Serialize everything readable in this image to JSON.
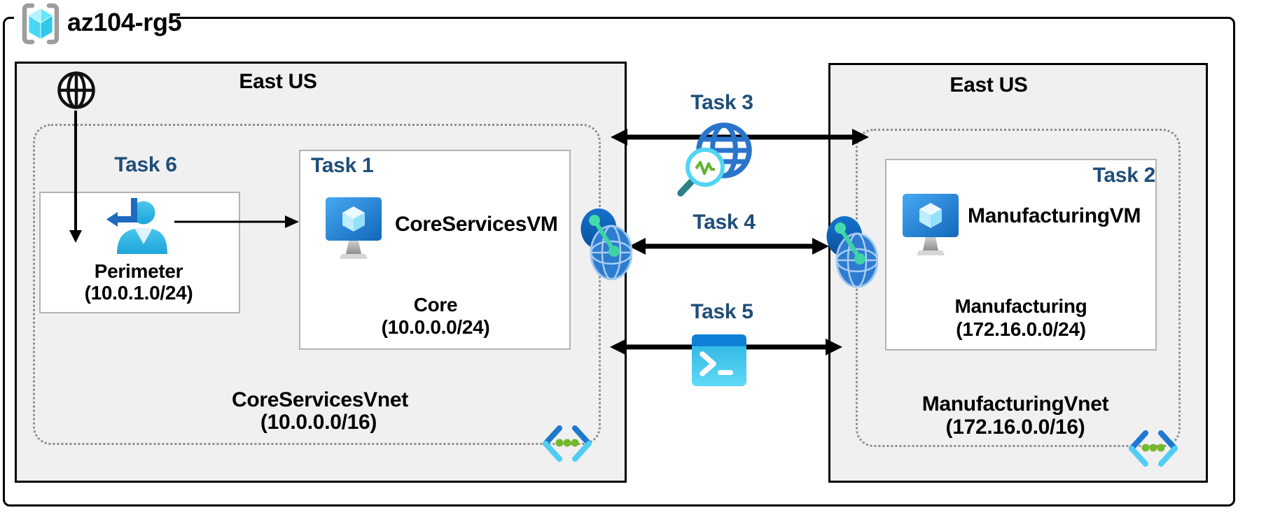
{
  "colors": {
    "task_label": "#1F4E79",
    "region_bg": "#f0f0f0",
    "region_border": "#000000",
    "subnet_border": "#b3b3b3",
    "vnet_border": "#8f8f8f",
    "arrow": "#000000"
  },
  "resource_group": {
    "label": "az104-rg5",
    "icon": "resource-group-icon"
  },
  "left_region": {
    "title": "East US",
    "internet_icon": "internet-globe-icon",
    "vnet": {
      "name": "CoreServicesVnet",
      "cidr": "(10.0.0.0/16)",
      "icon": "virtual-network-icon"
    },
    "subnets": {
      "perimeter": {
        "task": "Task 6",
        "name": "Perimeter",
        "cidr": "(10.0.1.0/24)",
        "icon": "user-sign-in-icon"
      },
      "core": {
        "task": "Task 1",
        "vm_name": "CoreServicesVM",
        "name": "Core",
        "cidr": "(10.0.0.0/24)",
        "icon": "virtual-machine-icon"
      }
    }
  },
  "right_region": {
    "title": "East US",
    "vnet": {
      "name": "ManufacturingVnet",
      "cidr": "(172.16.0.0/16)",
      "icon": "virtual-network-icon"
    },
    "subnets": {
      "manufacturing": {
        "task": "Task 2",
        "vm_name": "ManufacturingVM",
        "name": "Manufacturing",
        "cidr": "(172.16.0.0/24)",
        "icon": "virtual-machine-icon"
      }
    }
  },
  "connections": {
    "task3": {
      "label": "Task 3",
      "icon": "network-watcher-icon"
    },
    "task4": {
      "label": "Task 4",
      "icon": "vnet-peering-icon"
    },
    "task5": {
      "label": "Task 5",
      "icon": "cloud-shell-icon"
    },
    "task6": {
      "label": "Task 6"
    }
  }
}
